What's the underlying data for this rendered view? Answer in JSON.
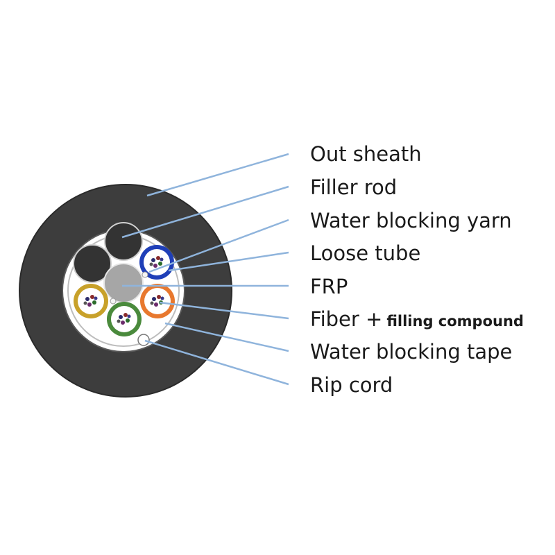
{
  "labels": {
    "out_sheath": "Out sheath",
    "filler_rod": "Filler rod",
    "water_blocking_yarn": "Water blocking yarn",
    "loose_tube": "Loose tube",
    "frp": "FRP",
    "fiber": "Fiber +",
    "filling_compound": "filling compound",
    "water_blocking_tape": "Water blocking tape",
    "rip_cord": "Rip cord"
  },
  "colors": {
    "sheath": "#3d3d3d",
    "filler_rod": "#333333",
    "frp": "#a6a6a6",
    "leader_line": "#8fb4dc",
    "tube_blue": "#1f3fb8",
    "tube_orange": "#e8782e",
    "tube_yellow": "#c8a12a",
    "tube_green": "#4a8a3c"
  }
}
